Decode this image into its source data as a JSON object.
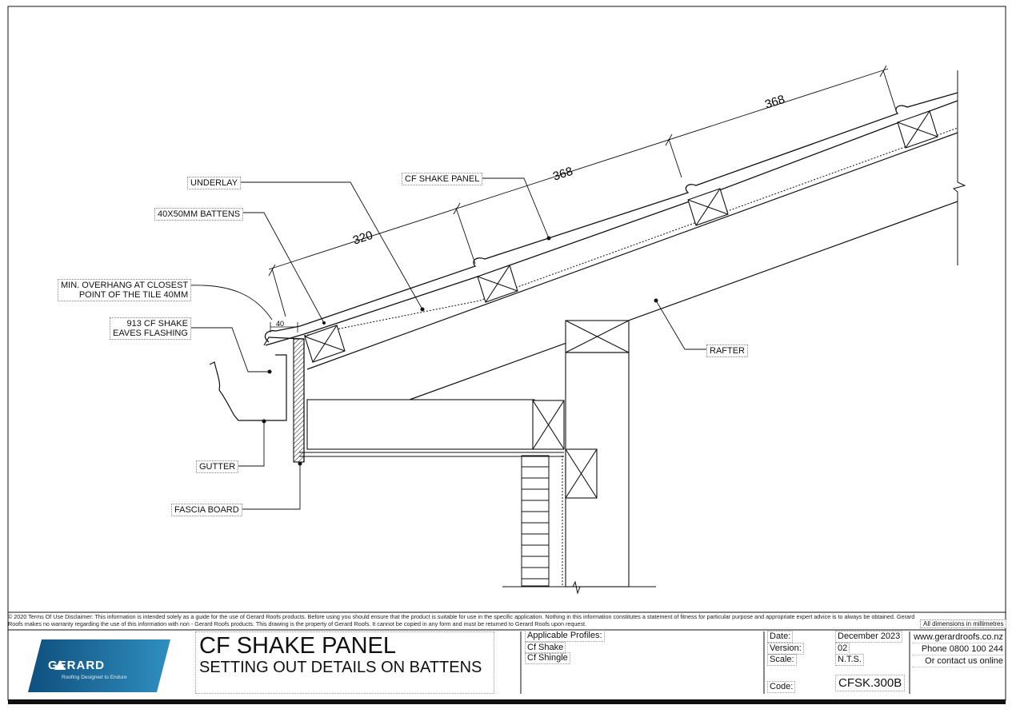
{
  "labels": {
    "underlay": "UNDERLAY",
    "battens": "40X50MM BATTENS",
    "overhang_1": "MIN. OVERHANG AT CLOSEST",
    "overhang_2": "POINT OF THE TILE 40MM",
    "flashing_1": "913 CF SHAKE",
    "flashing_2": "EAVES FLASHING",
    "gutter": "GUTTER",
    "fascia": "FASCIA BOARD",
    "cf_shake_panel": "CF SHAKE PANEL",
    "rafter": "RAFTER"
  },
  "dimensions": {
    "d320": "320",
    "d368a": "368",
    "d368b": "368",
    "d40": "40"
  },
  "disclaimer": "© 2020 Terms Of Use Disclaimer: This information is intended solely as a guide for the use of Gerard Roofs products. Before using you should ensure that the product is suitable for use in the specific application. Nothing in this information constitutes a statement of fitness for particular purpose and appropriate expert advice is to always be obtained. Gerard Roofs makes no warranty regarding the use of this information with non - Gerard Roofs products. This drawing is the property of Gerard Roofs. It cannot be copied in any form and must be returned to Gerard Roofs upon request.",
  "dim_note": "All dimensions in millimetres",
  "title_block": {
    "logo": "GERARD",
    "logo_tagline": "Roofing Designed to Endure",
    "title": "CF SHAKE PANEL",
    "subtitle": "SETTING OUT DETAILS ON BATTENS",
    "applicable_label": "Applicable Profiles:",
    "profiles": [
      "Cf Shake",
      "Cf Shingle"
    ],
    "date_label": "Date:",
    "date_value": "December 2023",
    "version_label": "Version:",
    "version_value": "02",
    "scale_label": "Scale:",
    "scale_value": "N.T.S.",
    "code_label": "Code:",
    "code_value": "CFSK.300B",
    "website": "www.gerardroofs.co.nz",
    "phone": "Phone 0800 100 244",
    "contact": "Or contact us online"
  },
  "colors": {
    "line": "#111111",
    "logo_blue": "#1d6a9c",
    "logo_blue_light": "#2f8fc0"
  }
}
